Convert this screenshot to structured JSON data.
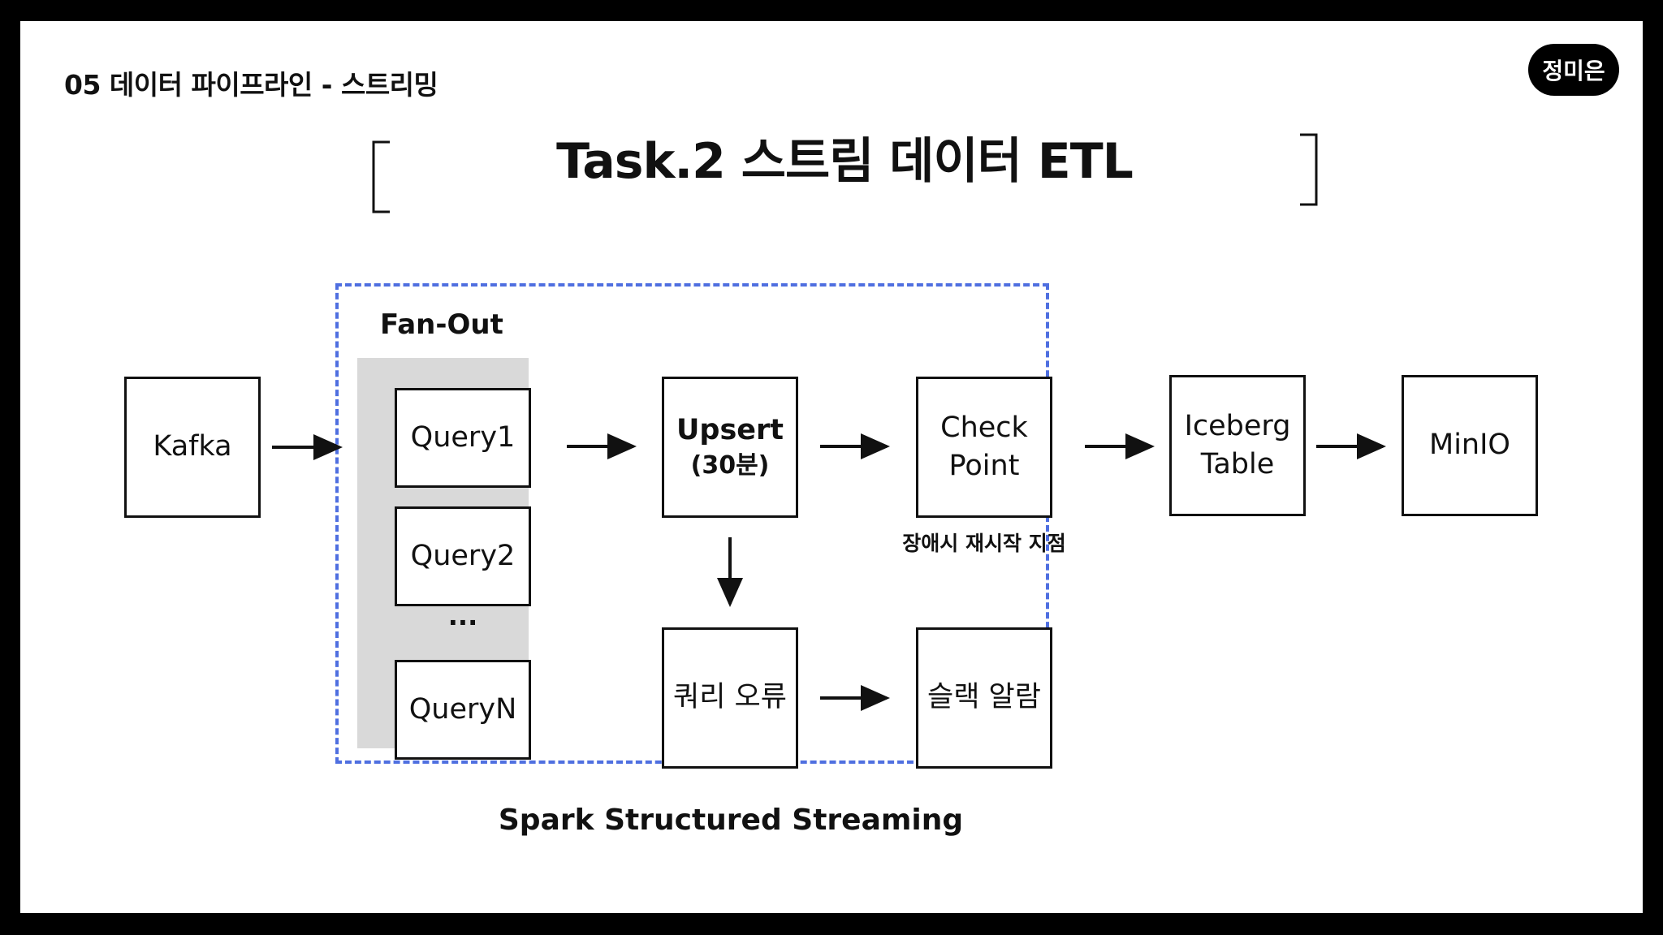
{
  "section_title": "05  데이터 파이프라인 - 스트리밍",
  "author": "정미은",
  "main_title": "Task.2 스트림 데이터 ETL",
  "colors": {
    "frame_dashed": "#4f6fe0",
    "fanout_background": "#d9d9d9",
    "badge": "#000000"
  },
  "diagram": {
    "fanout_label": "Fan-Out",
    "spark_label": "Spark Structured Streaming",
    "nodes": {
      "kafka": "Kafka",
      "query1": "Query1",
      "query2": "Query2",
      "ellipsis": "...",
      "queryN": "QueryN",
      "upsert": "Upsert",
      "upsert_sub": "(30분)",
      "checkpoint": "Check\nPoint",
      "checkpoint_caption": "장애시 재시작 지점",
      "iceberg": "Iceberg\nTable",
      "minio": "MinIO",
      "query_error": "쿼리 오류",
      "slack_alert": "슬랙 알람"
    },
    "edges": [
      {
        "from": "kafka",
        "to": "fanout"
      },
      {
        "from": "fanout",
        "to": "upsert"
      },
      {
        "from": "upsert",
        "to": "checkpoint"
      },
      {
        "from": "checkpoint",
        "to": "iceberg"
      },
      {
        "from": "iceberg",
        "to": "minio"
      },
      {
        "from": "upsert",
        "to": "query_error"
      },
      {
        "from": "query_error",
        "to": "slack_alert"
      }
    ]
  }
}
